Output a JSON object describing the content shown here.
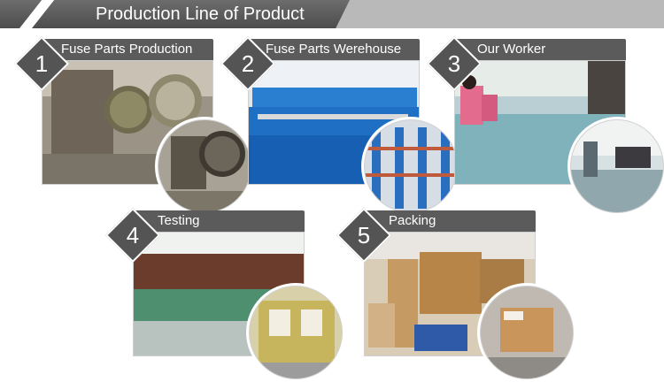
{
  "header": {
    "title": "Production Line of Product"
  },
  "panels": [
    {
      "number": "1",
      "label": "Fuse Parts Production"
    },
    {
      "number": "2",
      "label": "Fuse Parts Werehouse"
    },
    {
      "number": "3",
      "label": "Our Worker"
    },
    {
      "number": "4",
      "label": "Testing"
    },
    {
      "number": "5",
      "label": "Packing"
    }
  ]
}
